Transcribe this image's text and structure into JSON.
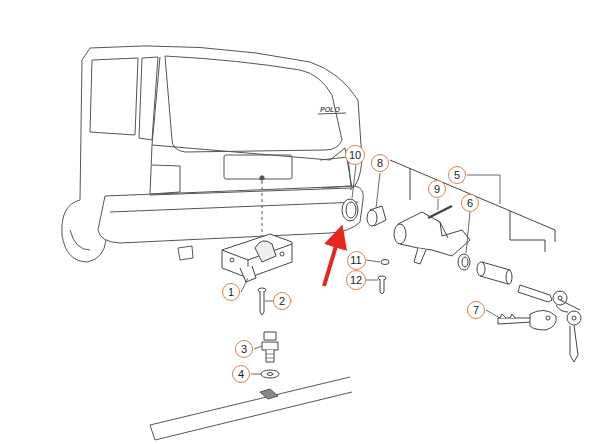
{
  "diagram": {
    "nodes": [
      {
        "text": [
          "10"
        ]
      },
      {
        "text": [
          "8"
        ]
      },
      {
        "text": [
          "5"
        ]
      },
      {
        "text": [
          "9"
        ]
      },
      {
        "text": [
          "6"
        ]
      },
      {
        "text": [
          "11"
        ]
      },
      {
        "text": [
          "12"
        ]
      },
      {
        "text": [
          "1"
        ]
      },
      {
        "text": [
          "2"
        ]
      },
      {
        "text": [
          "7"
        ]
      },
      {
        "text": [
          "3"
        ]
      },
      {
        "text": [
          "4"
        ]
      }
    ],
    "labels": [
      "POLO"
    ]
  }
}
